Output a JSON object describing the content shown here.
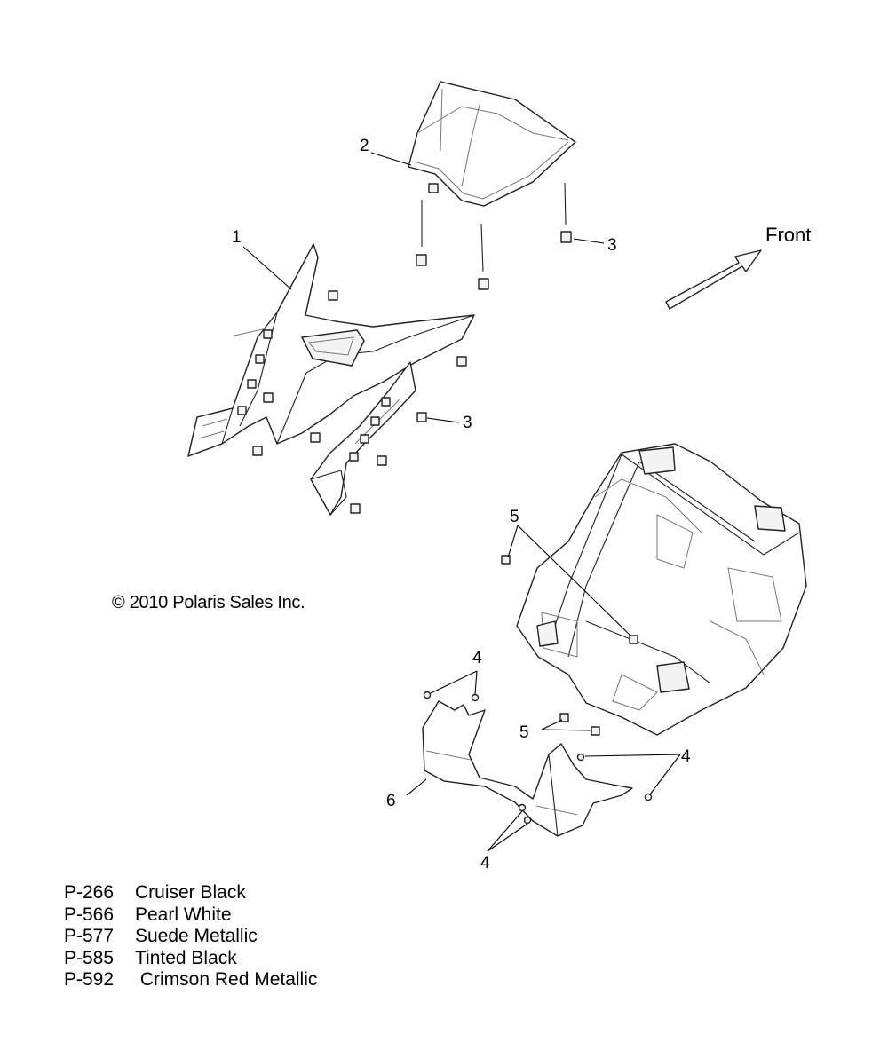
{
  "copyright": "© 2010 Polaris Sales Inc.",
  "front_label": "Front",
  "callouts": {
    "hood": "1",
    "windshield": "2",
    "clip_upper": "3",
    "clip_lower": "3",
    "screw_upper": "4",
    "screw_right": "4",
    "screw_lower": "4",
    "nut_upper": "5",
    "nut_lower": "5",
    "lower_fairing": "6"
  },
  "color_codes": [
    {
      "code": "P-266",
      "name": "Cruiser Black"
    },
    {
      "code": "P-566",
      "name": "Pearl White"
    },
    {
      "code": "P-577",
      "name": "Suede Metallic"
    },
    {
      "code": "P-585",
      "name": "Tinted Black"
    },
    {
      "code": "P-592",
      "name": " Crimson Red Metallic"
    }
  ]
}
